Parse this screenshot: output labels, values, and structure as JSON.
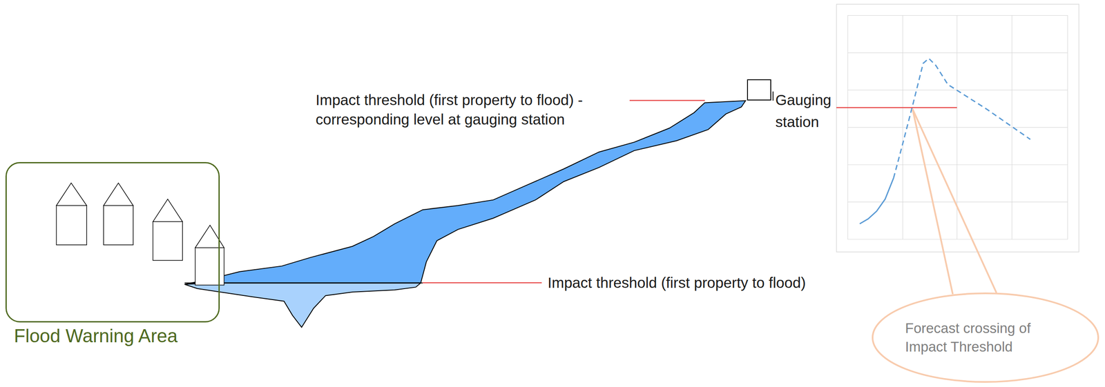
{
  "diagram": {
    "nodes": [
      {
        "text": [
          "Flood Warning Area"
        ]
      },
      {
        "text": [
          "Gauging station"
        ]
      },
      {
        "text": [
          "Forecast crossing of Impact Threshold"
        ]
      }
    ],
    "labels": [
      "Impact threshold (first property to flood) - corresponding level at gauging station",
      "Impact threshold (first property to flood)"
    ]
  }
}
